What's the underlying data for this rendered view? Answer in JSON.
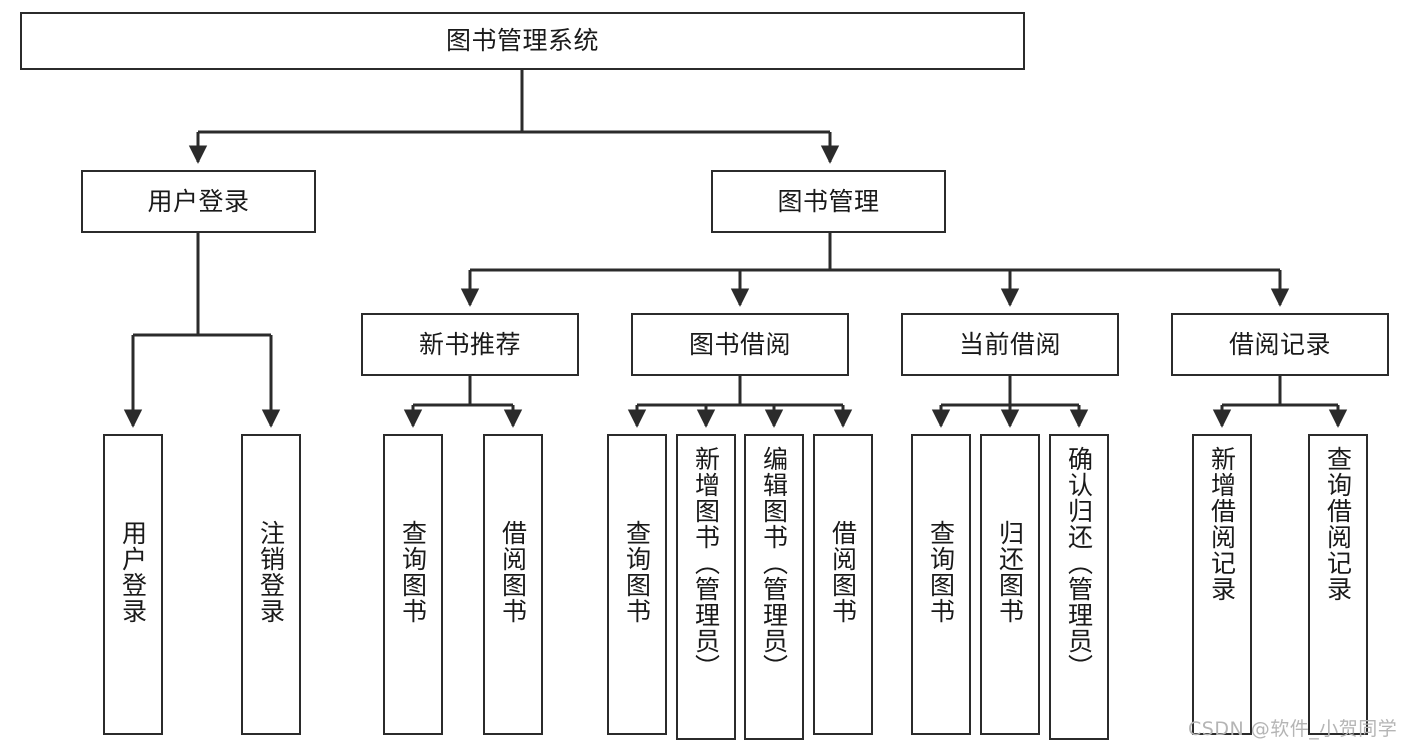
{
  "diagram": {
    "title": "图书管理系统",
    "type": "tree",
    "watermark": "CSDN @软件_小贺同学",
    "edge_color": "#2b2b2b",
    "box_border_color": "#2b2b2b",
    "background_color": "#ffffff"
  },
  "nodes": {
    "root": {
      "label": "图书管理系统",
      "level": 1
    },
    "level2": [
      {
        "id": "user-login",
        "label": "用户登录"
      },
      {
        "id": "book-manage",
        "label": "图书管理"
      }
    ],
    "level3": [
      {
        "id": "new-book-recommend",
        "label": "新书推荐",
        "parent": "book-manage"
      },
      {
        "id": "book-borrow",
        "label": "图书借阅",
        "parent": "book-manage"
      },
      {
        "id": "current-borrow",
        "label": "当前借阅",
        "parent": "book-manage"
      },
      {
        "id": "borrow-record",
        "label": "借阅记录",
        "parent": "book-manage"
      }
    ],
    "leaves": [
      {
        "id": "leaf-user-login",
        "label": "用户登录",
        "parent": "user-login"
      },
      {
        "id": "leaf-logout-login",
        "label": "注销登录",
        "parent": "user-login"
      },
      {
        "id": "leaf-query-book-1",
        "label": "查询图书",
        "parent": "new-book-recommend"
      },
      {
        "id": "leaf-borrow-book-1",
        "label": "借阅图书",
        "parent": "new-book-recommend"
      },
      {
        "id": "leaf-query-book-2",
        "label": "查询图书",
        "parent": "book-borrow"
      },
      {
        "id": "leaf-add-book",
        "label": "新增图书（管理员）",
        "parent": "book-borrow"
      },
      {
        "id": "leaf-edit-book",
        "label": "编辑图书（管理员）",
        "parent": "book-borrow"
      },
      {
        "id": "leaf-borrow-book-2",
        "label": "借阅图书",
        "parent": "book-borrow"
      },
      {
        "id": "leaf-query-book-3",
        "label": "查询图书",
        "parent": "current-borrow"
      },
      {
        "id": "leaf-return-book",
        "label": "归还图书",
        "parent": "current-borrow"
      },
      {
        "id": "leaf-confirm-return",
        "label": "确认归还（管理员）",
        "parent": "current-borrow"
      },
      {
        "id": "leaf-add-record",
        "label": "新增借阅记录",
        "parent": "borrow-record"
      },
      {
        "id": "leaf-query-record",
        "label": "查询借阅记录",
        "parent": "borrow-record"
      }
    ]
  }
}
